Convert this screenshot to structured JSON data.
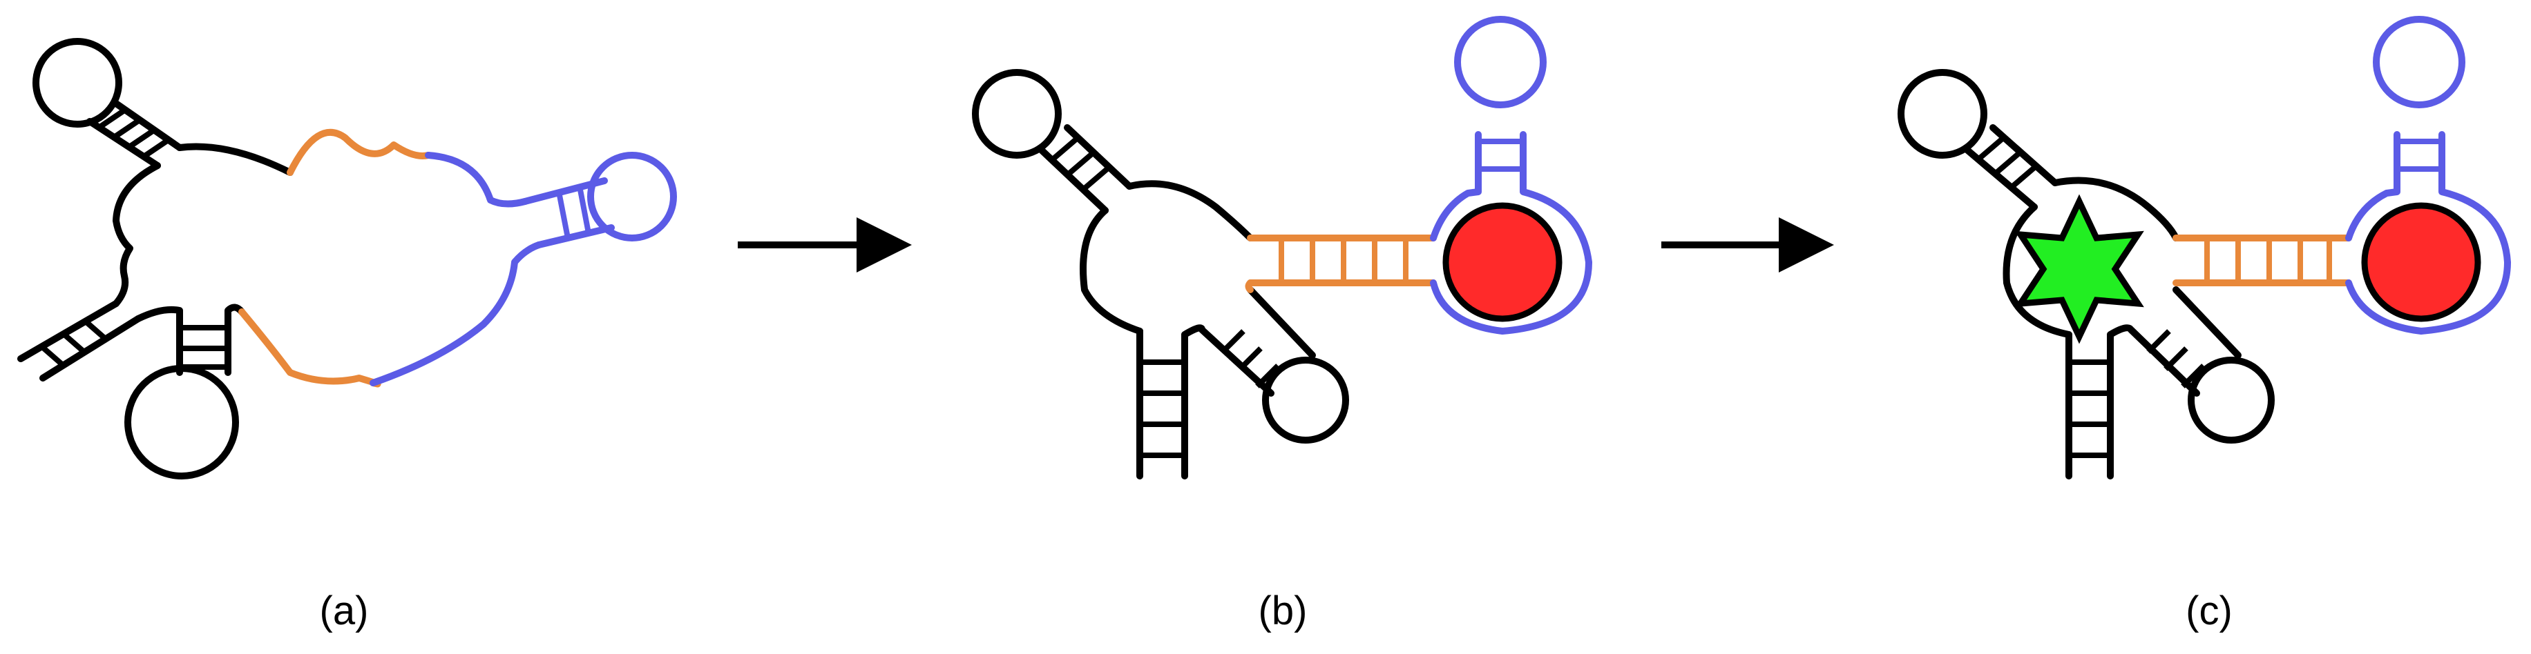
{
  "panels": [
    {
      "id": "a",
      "label": "(a)"
    },
    {
      "id": "b",
      "label": "(b)"
    },
    {
      "id": "c",
      "label": "(c)"
    }
  ],
  "colors": {
    "strand": "#000000",
    "linker": "#E8883A",
    "aptamer": "#5B5BE6",
    "ligand": "#FF2A2A",
    "fluorophore": "#22EE22"
  }
}
